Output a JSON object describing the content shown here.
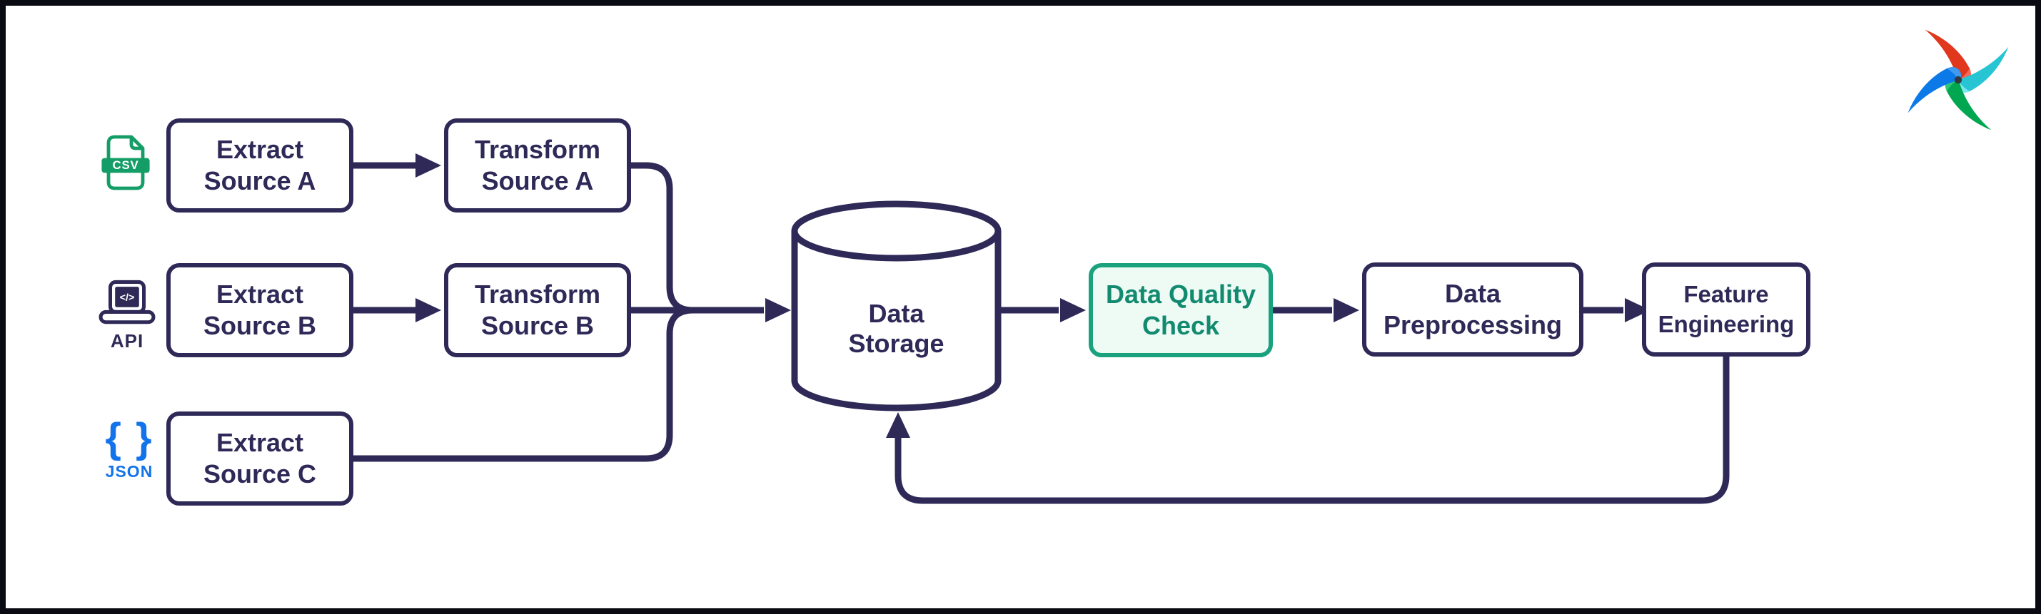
{
  "diagram": {
    "kind": "ETL pipeline flowchart",
    "colors": {
      "frame": "#0A0A12",
      "background": "#FFFFFF",
      "node_border": "#2E2957",
      "node_text": "#2E2957",
      "connector": "#2E2957",
      "quality_border": "#1AA17D",
      "quality_text": "#128A6F",
      "quality_bg": "#EEFBF5",
      "csv_green": "#149D66",
      "json_blue": "#1373EA"
    }
  },
  "logo": {
    "name": "airflow-pinwheel-logo",
    "blade_colors": {
      "red": "#E0371D",
      "red_light": "#F4695A",
      "teal": "#27C5D4",
      "teal_light": "#7BE7F0",
      "green": "#00A750",
      "green_light": "#30C878",
      "blue": "#0C79E8",
      "blue_light": "#3E9BF0"
    }
  },
  "source_icons": [
    {
      "name": "csv-file-icon",
      "label": "CSV",
      "color": "#149D66"
    },
    {
      "name": "api-laptop-icon",
      "label": "API",
      "glyph": "</>",
      "color": "#2E2957"
    },
    {
      "name": "json-braces-icon",
      "label": "JSON",
      "glyph": "{ }",
      "color": "#1373EA"
    }
  ],
  "nodes": {
    "extract_a": {
      "line1": "Extract",
      "line2": "Source A"
    },
    "transform_a": {
      "line1": "Transform",
      "line2": "Source A"
    },
    "extract_b": {
      "line1": "Extract",
      "line2": "Source B"
    },
    "transform_b": {
      "line1": "Transform",
      "line2": "Source B"
    },
    "extract_c": {
      "line1": "Extract",
      "line2": "Source C"
    },
    "data_storage": {
      "line1": "Data",
      "line2": "Storage"
    },
    "data_quality_check": {
      "line1": "Data Quality",
      "line2": "Check"
    },
    "data_preprocessing": {
      "line1": "Data",
      "line2": "Preprocessing"
    },
    "feature_engineering": {
      "line1": "Feature",
      "line2": "Engineering"
    }
  },
  "edges": [
    "extract_a -> transform_a",
    "extract_b -> transform_b",
    "transform_a -> data_storage",
    "transform_b -> data_storage",
    "extract_c -> data_storage",
    "data_storage -> data_quality_check",
    "data_quality_check -> data_preprocessing",
    "data_preprocessing -> feature_engineering",
    "feature_engineering -> data_storage (feedback loop)"
  ]
}
